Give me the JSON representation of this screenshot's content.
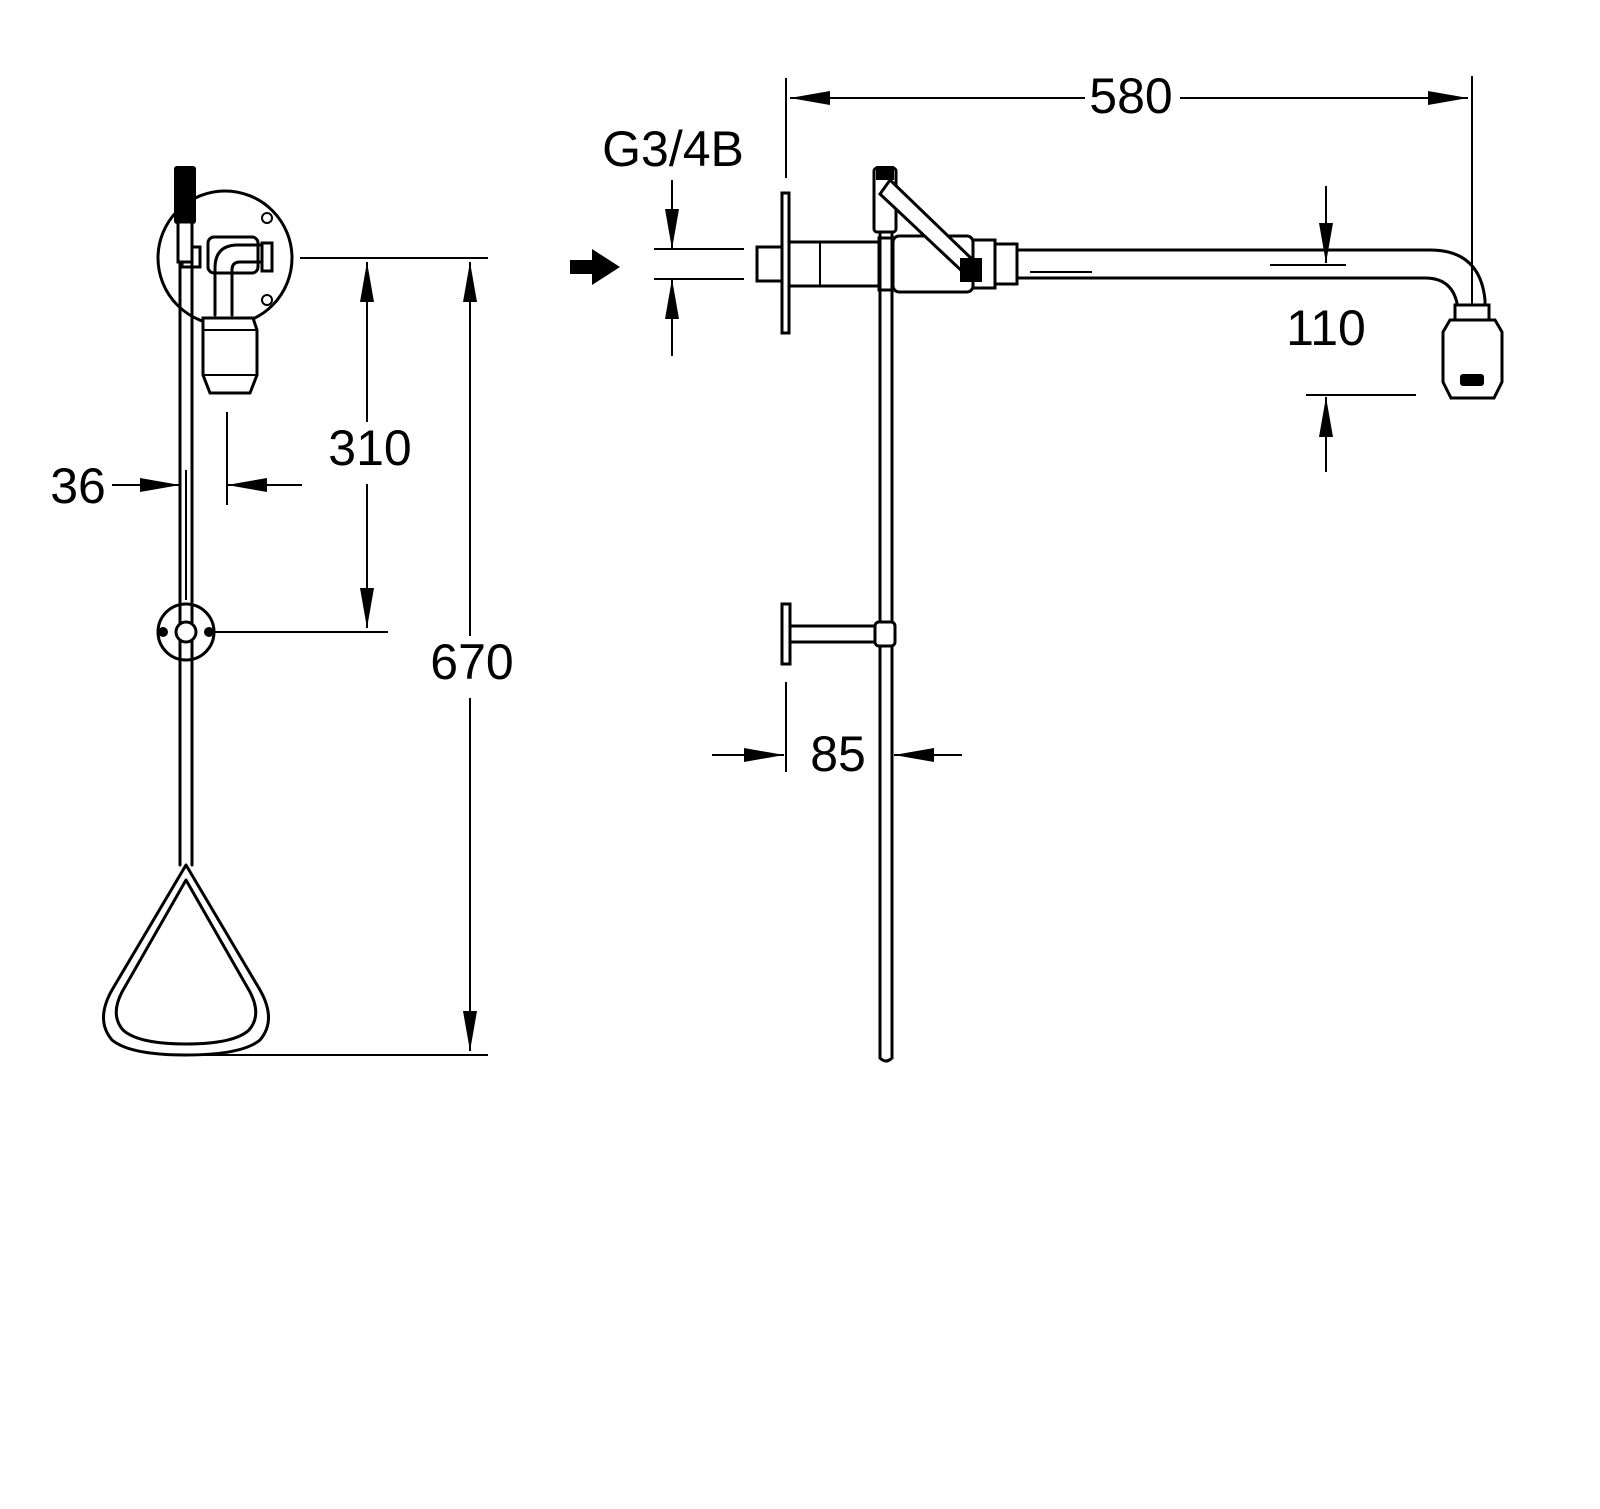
{
  "dimensions": {
    "dim_36": "36",
    "dim_310": "310",
    "dim_670": "670",
    "dim_580": "580",
    "dim_g34b": "G3/4B",
    "dim_110": "110",
    "dim_85": "85"
  }
}
